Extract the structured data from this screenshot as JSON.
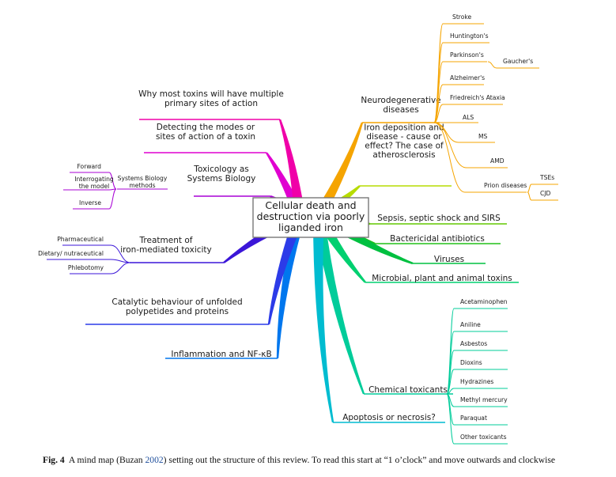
{
  "central": [
    "Cellular death and",
    "destruction via poorly",
    "liganded iron"
  ],
  "branches": [
    {
      "id": "neuro",
      "lines": [
        "Neurodegenerative",
        "diseases"
      ],
      "color": "#f5a400",
      "children": [
        {
          "label": "Stroke"
        },
        {
          "label": "Huntington's"
        },
        {
          "label": "Parkinson's",
          "children": [
            {
              "label": "Gaucher's"
            }
          ]
        },
        {
          "label": "Alzheimer's"
        },
        {
          "label": "Friedreich's Ataxia"
        },
        {
          "label": "ALS"
        },
        {
          "label": "MS"
        },
        {
          "label": "AMD"
        },
        {
          "label": "Prion diseases",
          "children": [
            {
              "label": "TSEs"
            },
            {
              "label": "CJD"
            }
          ]
        }
      ]
    },
    {
      "id": "iron",
      "lines": [
        "Iron deposition and",
        "disease - cause or",
        "effect? The case of",
        "atherosclerosis"
      ],
      "color": "#b7dc00"
    },
    {
      "id": "sepsis",
      "lines": [
        "Sepsis, septic shock and SIRS"
      ],
      "color": "#62c800"
    },
    {
      "id": "bactericidal",
      "lines": [
        "Bactericidal antibiotics"
      ],
      "color": "#22c018"
    },
    {
      "id": "viruses",
      "lines": [
        "Viruses"
      ],
      "color": "#00c040"
    },
    {
      "id": "microbial",
      "lines": [
        "Microbial, plant and animal toxins"
      ],
      "color": "#00d070"
    },
    {
      "id": "chemical",
      "lines": [
        "Chemical toxicants"
      ],
      "color": "#00cc9a",
      "children": [
        {
          "label": "Acetaminophen"
        },
        {
          "label": "Aniline"
        },
        {
          "label": "Asbestos"
        },
        {
          "label": "Dioxins"
        },
        {
          "label": "Hydrazines"
        },
        {
          "label": "Methyl mercury"
        },
        {
          "label": "Paraquat"
        },
        {
          "label": "Other toxicants"
        }
      ]
    },
    {
      "id": "apoptosis",
      "lines": [
        "Apoptosis or necrosis?"
      ],
      "color": "#00bcd0"
    },
    {
      "id": "inflammation",
      "lines": [
        "Inflammation and NF-κB"
      ],
      "color": "#0077ee"
    },
    {
      "id": "catalytic",
      "lines": [
        "Catalytic behaviour of unfolded",
        "polypetides and proteins"
      ],
      "color": "#2c3be8"
    },
    {
      "id": "treatment",
      "lines": [
        "Treatment of",
        "iron-mediated toxicity"
      ],
      "color": "#3b16d8",
      "children": [
        {
          "label": "Pharmaceutical"
        },
        {
          "label": "Dietary/ nutraceutical"
        },
        {
          "label": "Phlebotomy"
        }
      ]
    },
    {
      "id": "toxicology",
      "lines": [
        "Toxicology as",
        "Systems Biology"
      ],
      "color": "#a800d6",
      "children": [
        {
          "label": [
            "Systems Biology",
            "methods"
          ],
          "children": [
            {
              "label": [
                "Forward"
              ]
            },
            {
              "label": [
                "Interrogating",
                "the model"
              ]
            },
            {
              "label": [
                "Inverse"
              ]
            }
          ]
        }
      ]
    },
    {
      "id": "detecting",
      "lines": [
        "Detecting the modes or",
        "sites of action of a toxin"
      ],
      "color": "#e000d0"
    },
    {
      "id": "why",
      "lines": [
        "Why most toxins will have multiple",
        "primary sites of action"
      ],
      "color": "#f000a8"
    }
  ],
  "caption": {
    "fig": "Fig. 4",
    "text_before": "A mind map (Buzan ",
    "year": "2002",
    "text_after": ") setting out the structure of this review. To read this start at “1 o’clock” and move outwards and clockwise"
  }
}
